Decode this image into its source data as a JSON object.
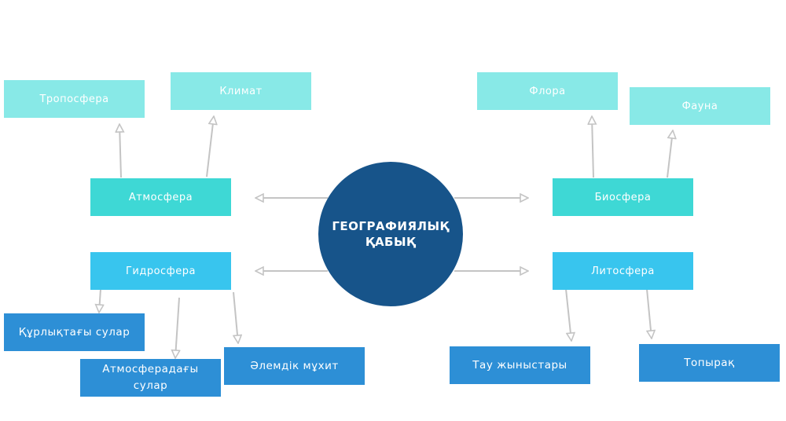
{
  "center": {
    "label": "ГЕОГРАФИЯЛЫҚ ҚАБЫҚ"
  },
  "nodes": {
    "troposphere": "Тропосфера",
    "climate": "Климат",
    "atmosphere": "Атмосфера",
    "hydrosphere": "Гидросфера",
    "land_waters": "Құрлықтағы сулар",
    "atmospheric_waters": "Атмосферадағы сулар",
    "world_ocean": "Әлемдік мұхит",
    "flora": "Флора",
    "fauna": "Фауна",
    "biosphere": "Биосфера",
    "lithosphere": "Литосфера",
    "rocks": "Тау жыныстары",
    "soil": "Топырақ"
  },
  "colors": {
    "level1": "#88e9e7",
    "level2": "#3ed8d5",
    "level3": "#38c5ee",
    "level4": "#2d8fd6",
    "center": "#17548a",
    "arrow": "#c4c4c4"
  }
}
